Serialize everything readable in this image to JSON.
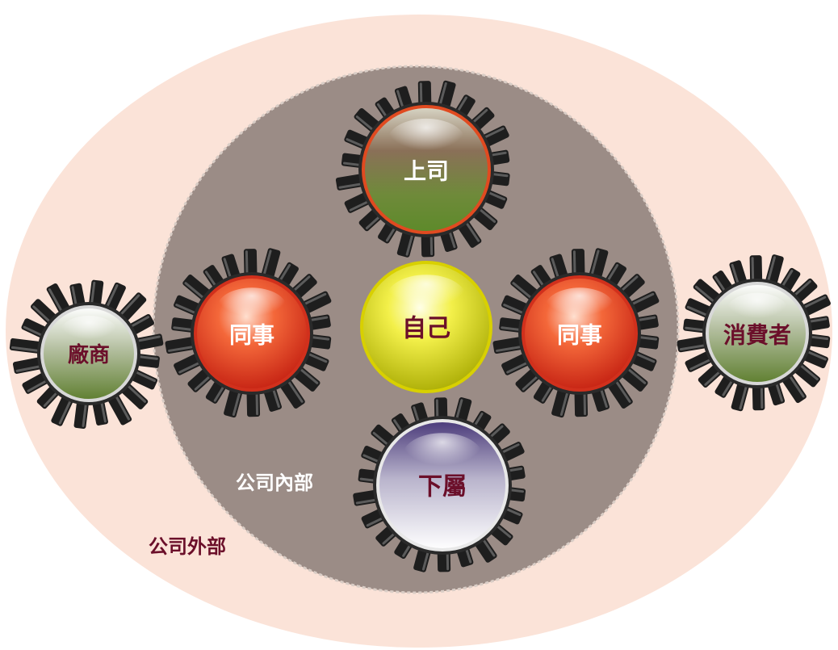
{
  "colors": {
    "outer_region": "#fbe3d8",
    "inner_region": "#9b8c86",
    "gear_teeth": "#1e1e1e",
    "label_white": "#ffffff",
    "label_dark": "#6b0f2a"
  },
  "regions": {
    "outer_label": "公司外部",
    "inner_label": "公司內部"
  },
  "nodes": {
    "boss": {
      "label": "上司",
      "style": "green-brown",
      "icon": "gear-icon"
    },
    "self": {
      "label": "自己",
      "style": "yellow",
      "icon": "gear-icon"
    },
    "peer_left": {
      "label": "同事",
      "style": "red",
      "icon": "gear-icon"
    },
    "peer_right": {
      "label": "同事",
      "style": "red",
      "icon": "gear-icon"
    },
    "subordinate": {
      "label": "下屬",
      "style": "purple-white",
      "icon": "gear-icon"
    },
    "vendor": {
      "label": "廠商",
      "style": "green-white",
      "icon": "gear-icon"
    },
    "consumer": {
      "label": "消費者",
      "style": "green-white",
      "icon": "gear-icon"
    }
  }
}
